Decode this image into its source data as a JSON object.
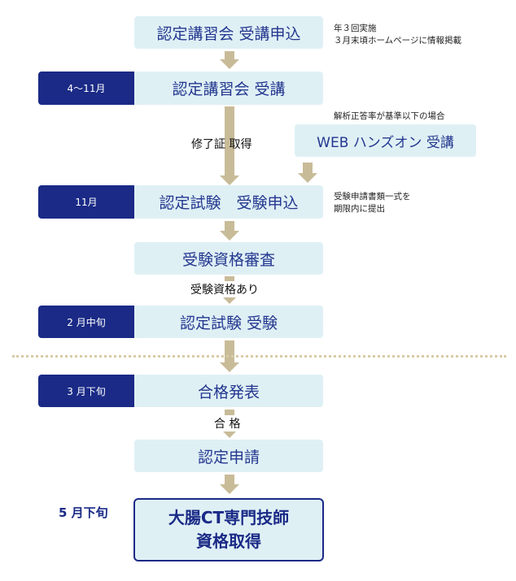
{
  "steps": {
    "apply_course": "認定講習会 受講申込",
    "take_course": "認定講習会 受講",
    "web_handson": "WEB ハンズオン 受講",
    "apply_exam": "認定試験　受験申込",
    "eligibility_review": "受験資格審査",
    "take_exam": "認定試験 受験",
    "results": "合格発表",
    "certification_apply": "認定申請",
    "final_line1": "大腸CT専門技師",
    "final_line2": "資格取得"
  },
  "periods": {
    "take_course": "4〜11月",
    "apply_exam": "11月",
    "take_exam": "2 月中旬",
    "results": "3 月下旬",
    "final": "5 月下旬"
  },
  "notes": {
    "apply_course_1": "年３回実施",
    "apply_course_2": "３月末頃ホームページに情報掲載",
    "web_condition": "解析正答率が基準以下の場合",
    "apply_exam_1": "受験申請書類一式を",
    "apply_exam_2": "期限内に提出"
  },
  "transitions": {
    "certificate": "修了証 取得",
    "eligible": "受験資格あり",
    "passed": "合 格"
  },
  "colors": {
    "navy": "#1a2a86",
    "light_box": "#dff0f5",
    "arrow": "#c8bb98"
  }
}
